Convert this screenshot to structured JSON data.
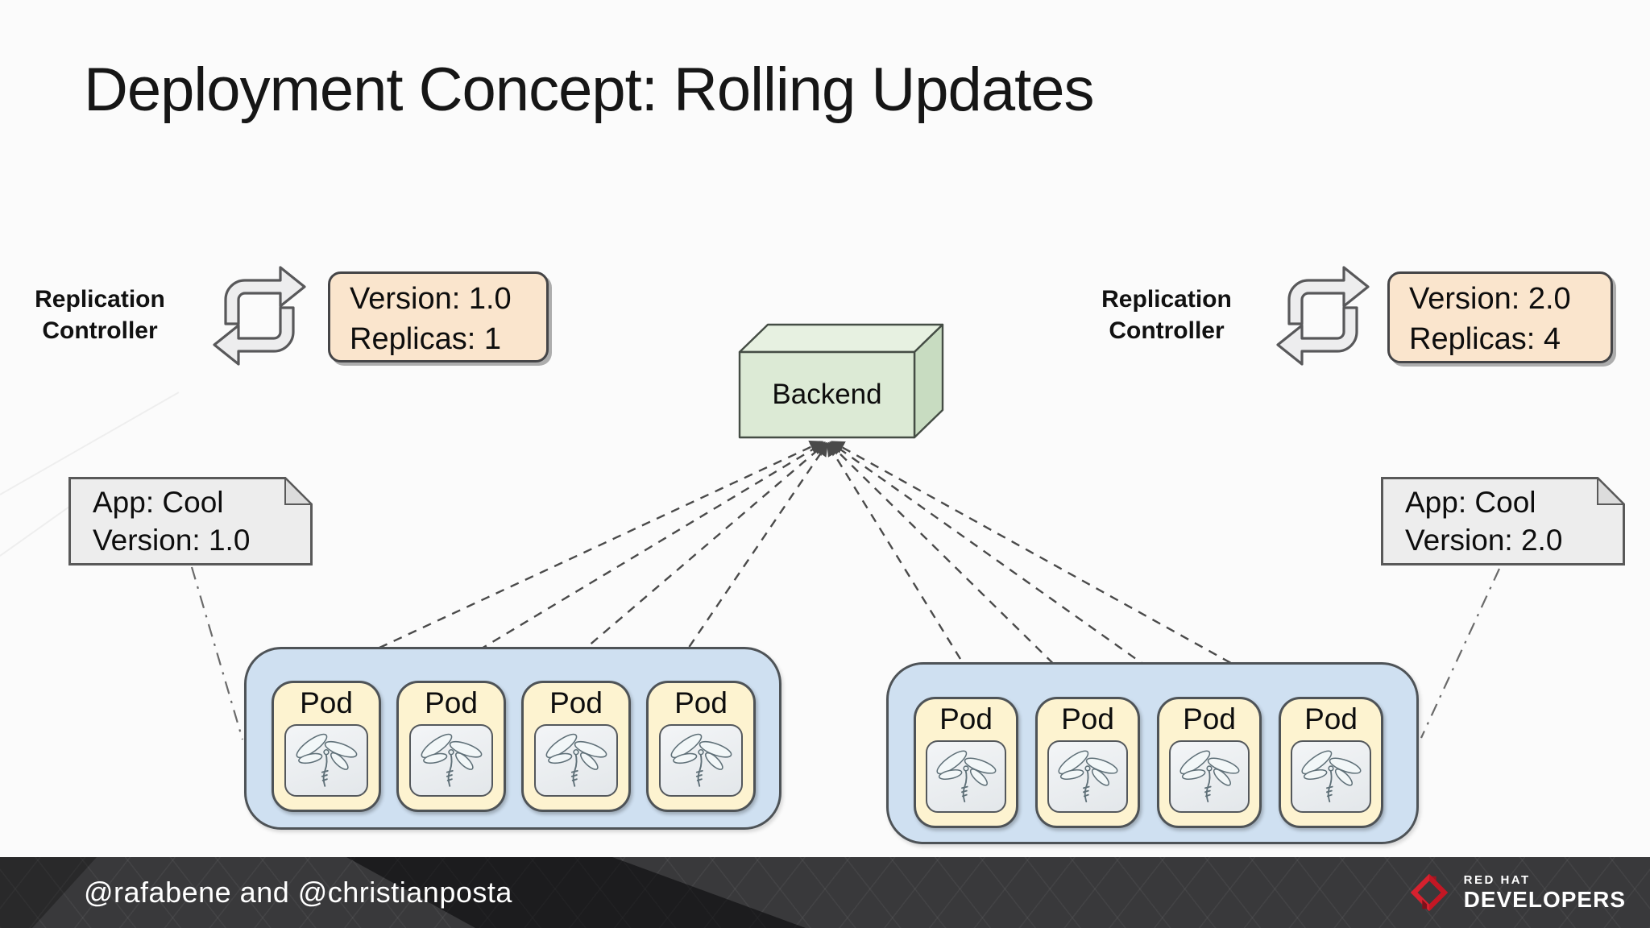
{
  "title": "Deployment Concept: Rolling Updates",
  "controllers": {
    "left": {
      "label_line1": "Replication",
      "label_line2": "Controller",
      "version": "Version: 1.0",
      "replicas": "Replicas: 1"
    },
    "right": {
      "label_line1": "Replication",
      "label_line2": "Controller",
      "version": "Version: 2.0",
      "replicas": "Replicas: 4"
    }
  },
  "backend": {
    "label": "Backend"
  },
  "notes": {
    "left": {
      "line1": "App: Cool",
      "line2": "Version: 1.0"
    },
    "right": {
      "line1": "App: Cool",
      "line2": "Version: 2.0"
    }
  },
  "clusters": {
    "left": {
      "pods": [
        {
          "label": "Pod"
        },
        {
          "label": "Pod"
        },
        {
          "label": "Pod"
        },
        {
          "label": "Pod"
        }
      ]
    },
    "right": {
      "pods": [
        {
          "label": "Pod"
        },
        {
          "label": "Pod"
        },
        {
          "label": "Pod"
        },
        {
          "label": "Pod"
        }
      ]
    }
  },
  "footer": {
    "handles": "@rafabene and @christianposta",
    "brand_top": "RED HAT",
    "brand_bottom": "DEVELOPERS"
  },
  "colors": {
    "version_box": "#fae5cd",
    "pod_fill": "#fdf3d0",
    "cluster_fill": "#cfe0f1",
    "backend_front": "#dcead5",
    "backend_top": "#e7f1e1",
    "backend_side": "#c8dcc1",
    "note_fill": "#ededed",
    "footer_bg": "#39393b",
    "brand_red": "#d6212e",
    "line_color": "#4a4a4a"
  }
}
